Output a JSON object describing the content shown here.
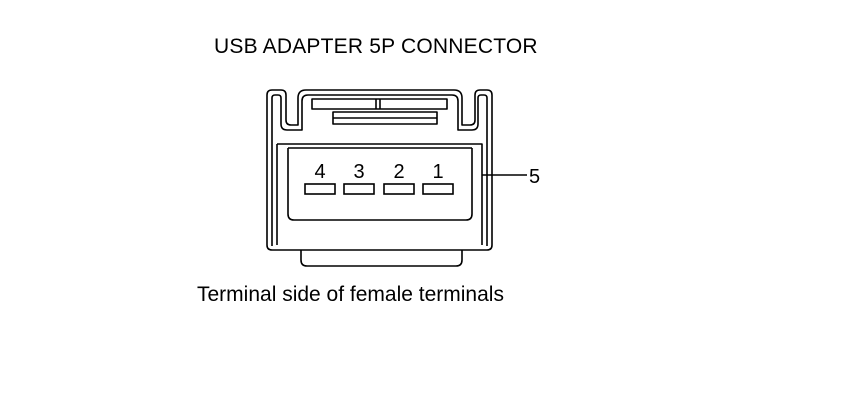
{
  "title": "USB ADAPTER 5P CONNECTOR",
  "caption": "Terminal side of female terminals",
  "pins": [
    {
      "number": "4"
    },
    {
      "number": "3"
    },
    {
      "number": "2"
    },
    {
      "number": "1"
    }
  ],
  "shield_callout": "5"
}
